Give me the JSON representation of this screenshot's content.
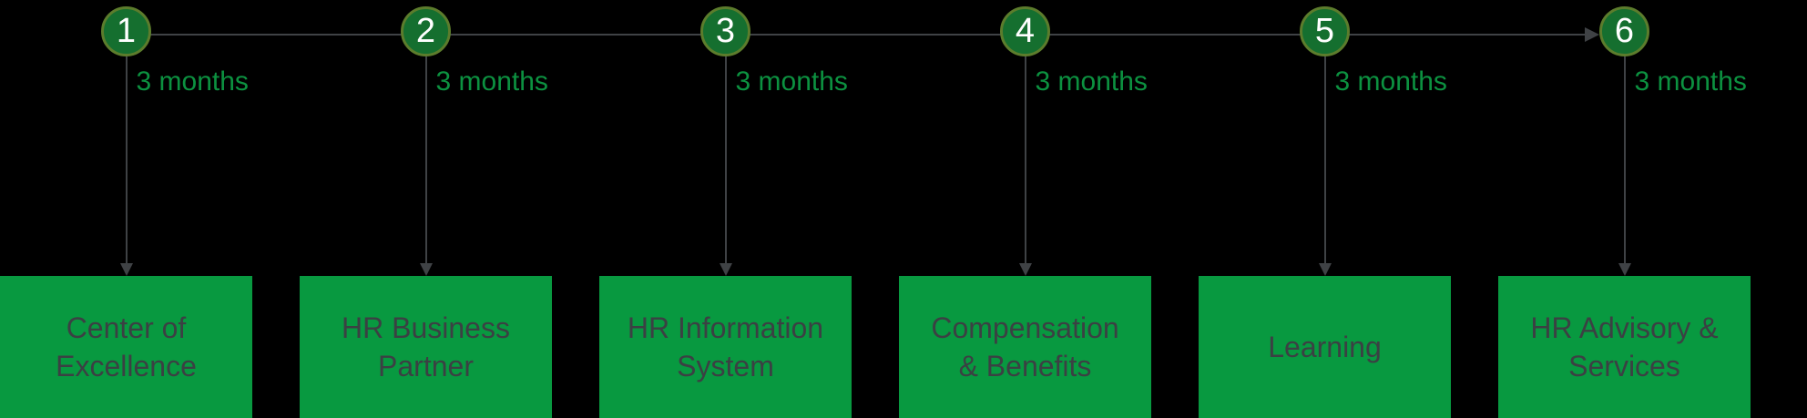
{
  "diagram": {
    "type": "process-timeline",
    "stages": [
      {
        "number": "1",
        "duration": "3 months",
        "label": "Center of Excellence"
      },
      {
        "number": "2",
        "duration": "3 months",
        "label": "HR Business Partner"
      },
      {
        "number": "3",
        "duration": "3 months",
        "label": "HR Information System"
      },
      {
        "number": "4",
        "duration": "3 months",
        "label": "Compensation & Benefits"
      },
      {
        "number": "5",
        "duration": "3 months",
        "label": "Learning"
      },
      {
        "number": "6",
        "duration": "3 months",
        "label": "HR Advisory & Services"
      }
    ],
    "colors": {
      "background": "#000000",
      "box_green": "#089940",
      "box_text": "#3b4043",
      "circle_fill": "#156f2f",
      "circle_border": "#5c7c2c",
      "circle_number": "#ffffff",
      "duration_text": "#0c9140",
      "connector": "#3f4245"
    }
  }
}
